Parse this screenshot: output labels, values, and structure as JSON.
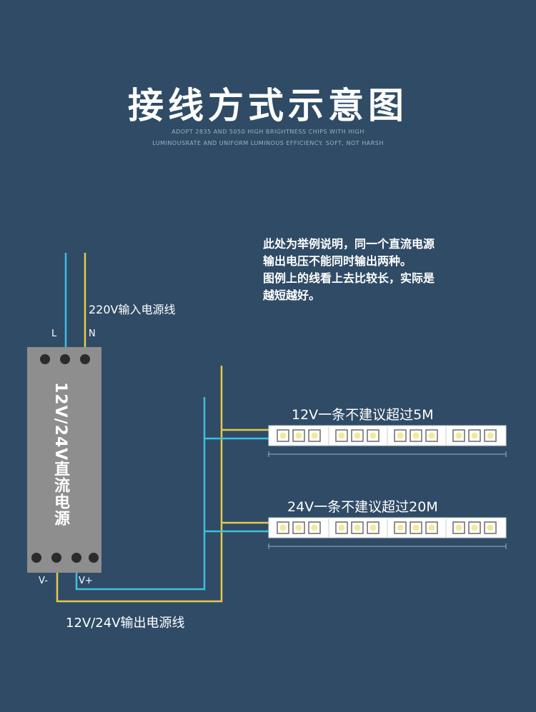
{
  "title": "接线方式示意图",
  "subtitle_lines": [
    "ADOPT 2835 AND 5050 HIGH BRIGHTNESS CHIPS WITH HIGH",
    "LUMINOUSRATE AND UNIFORM LUMINOUS EFFICIENCY. SOFT, NOT HARSH"
  ],
  "note_lines": [
    "此处为举例说明，同一个直流电源",
    "输出电压不能同时输出两种。",
    "图例上的线看上去比较长，实际是",
    "越短越好。"
  ],
  "input_label": "220V输入电源线",
  "terminal_labels": {
    "l": "L",
    "n": "N",
    "v_minus": "V-",
    "v_plus": "V+"
  },
  "psu_label": "12V/24V直流电源",
  "output_label": "12V/24V输出电源线",
  "strips": [
    {
      "label": "12V一条不建议超过5M"
    },
    {
      "label": "24V一条不建议超过20M"
    }
  ],
  "colors": {
    "background": "#2f4b66",
    "positive_wire": "#e8c84a",
    "negative_wire": "#3ec0e0",
    "psu_body": "#8e8e8e",
    "strip_board": "#ffffff",
    "led_chip": "#f4e89a"
  }
}
